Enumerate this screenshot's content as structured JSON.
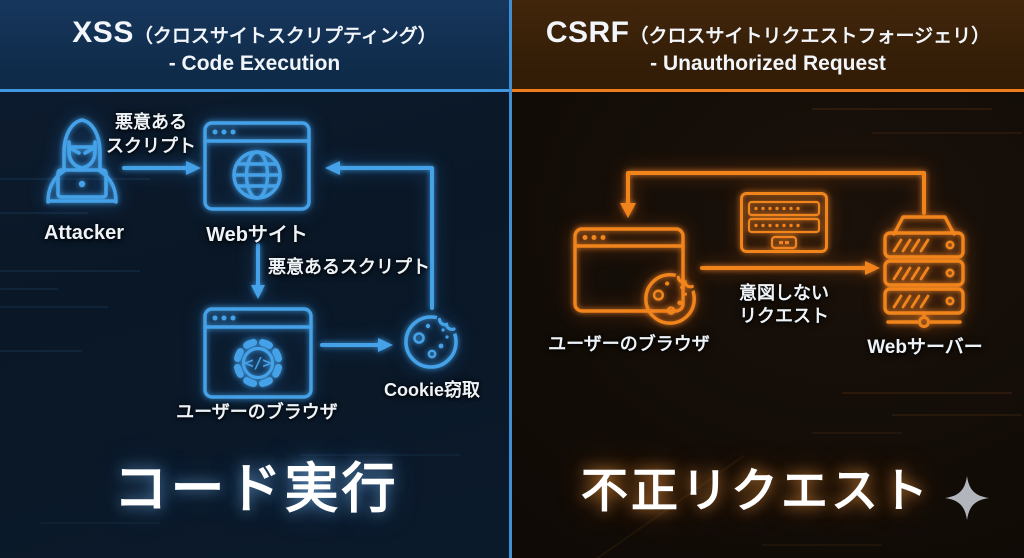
{
  "colors": {
    "xss_accent": "#46a2e8",
    "csrf_accent": "#f2841c"
  },
  "left": {
    "header": {
      "acronym": "XSS",
      "jp": "（クロスサイトスクリプティング）",
      "subtitle": "- Code Execution"
    },
    "labels": {
      "attacker": "Attacker",
      "malicious_script_line1": "悪意ある",
      "malicious_script_line2": "スクリプト",
      "website": "Webサイト",
      "malicious_script_inline": "悪意あるスクリプト",
      "user_browser": "ユーザーのブラウザ",
      "cookie_theft": "Cookie窃取",
      "gear_code": "</>"
    },
    "caption": "コード実行"
  },
  "right": {
    "header": {
      "acronym": "CSRF",
      "jp": "（クロスサイトリクエストフォージェリ）",
      "subtitle": "- Unauthorized Request"
    },
    "labels": {
      "user_browser": "ユーザーのブラウザ",
      "unintended_request_line1": "意図しない",
      "unintended_request_line2": "リクエスト",
      "web_server": "Webサーバー"
    },
    "caption": "不正リクエスト"
  }
}
